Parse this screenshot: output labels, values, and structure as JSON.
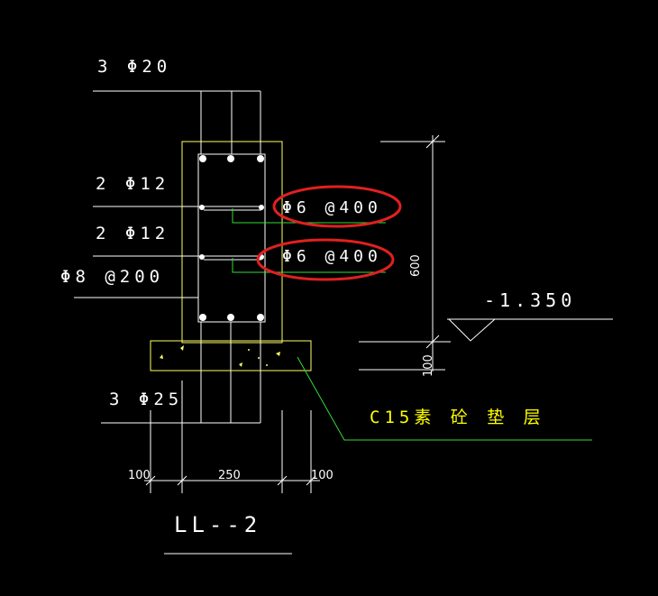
{
  "labels": {
    "top_rebar": "3 Φ20",
    "side_bar_upper": "2 Φ12",
    "side_bar_lower": "2 Φ12",
    "stirrup": "Φ8 @200",
    "tie_upper": "Φ6 @400",
    "tie_lower": "Φ6 @400",
    "bottom_rebar": "3 Φ25",
    "elevation": "-1.350",
    "height_dim": "600",
    "pad_thickness_dim": "100",
    "pad_material": "C15素 砼 垫 层",
    "dim_left": "100",
    "dim_mid": "250",
    "dim_right": "100",
    "section_title": "LL--2"
  },
  "colors": {
    "background": "#000000",
    "lines": "#ffffff",
    "concrete_outline": "#ffff66",
    "leader_green": "#33dd33",
    "highlight_ellipse": "#e02020",
    "text": "#ffffff",
    "pad_material_text": "#ffff00"
  }
}
